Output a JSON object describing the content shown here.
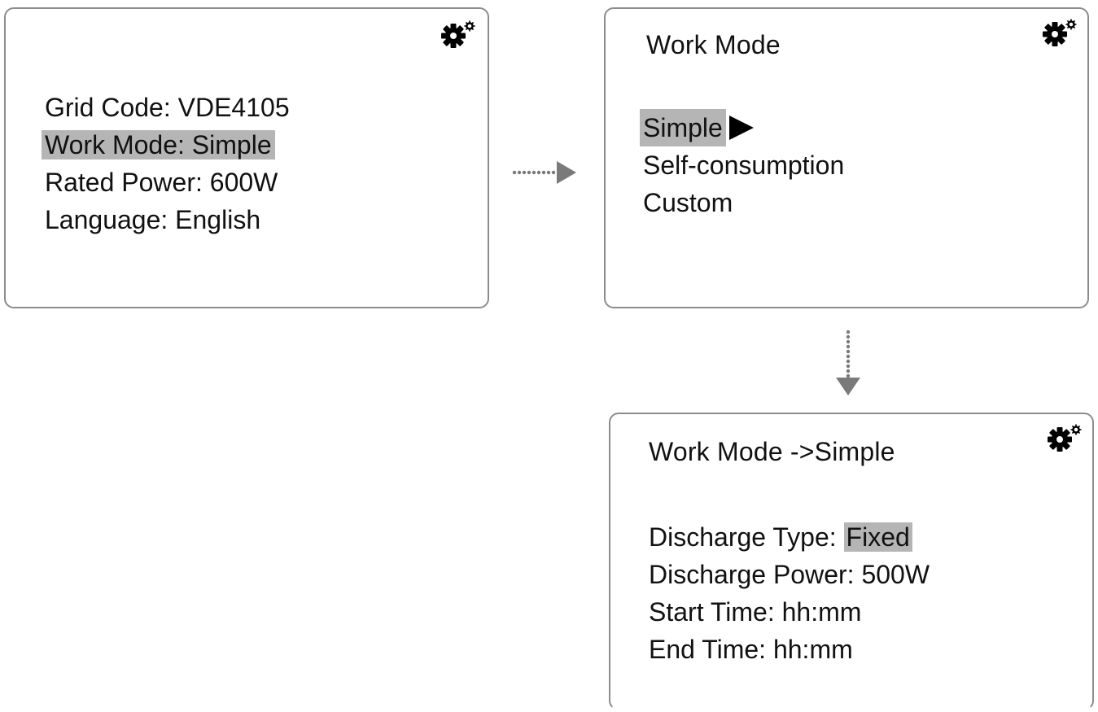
{
  "colors": {
    "highlight": "#b5b5b5",
    "border": "#8c8c8c",
    "arrow": "#7a7a7a",
    "text": "#111111"
  },
  "icons": {
    "settings": "gear-icon",
    "flow_right": "dotted-arrow-right-icon",
    "flow_down": "dotted-arrow-down-icon",
    "selector": "triangle-right-icon"
  },
  "main_screen": {
    "rows": [
      {
        "label": "Grid Code: VDE4105"
      },
      {
        "label": "Work Mode: Simple"
      },
      {
        "label": "Rated Power: 600W"
      },
      {
        "label": "Language: English"
      }
    ],
    "selected_row": "Work Mode: Simple"
  },
  "work_mode_screen": {
    "title": "Work Mode",
    "options": [
      "Simple",
      "Self-consumption",
      "Custom"
    ],
    "selected_option": "Simple"
  },
  "simple_screen": {
    "title": "Work Mode ->Simple",
    "discharge_type_label": "Discharge Type: ",
    "discharge_type_value": "Fixed",
    "discharge_power": "Discharge Power: 500W",
    "start_time": "Start Time: hh:mm",
    "end_time": "End Time: hh:mm"
  }
}
